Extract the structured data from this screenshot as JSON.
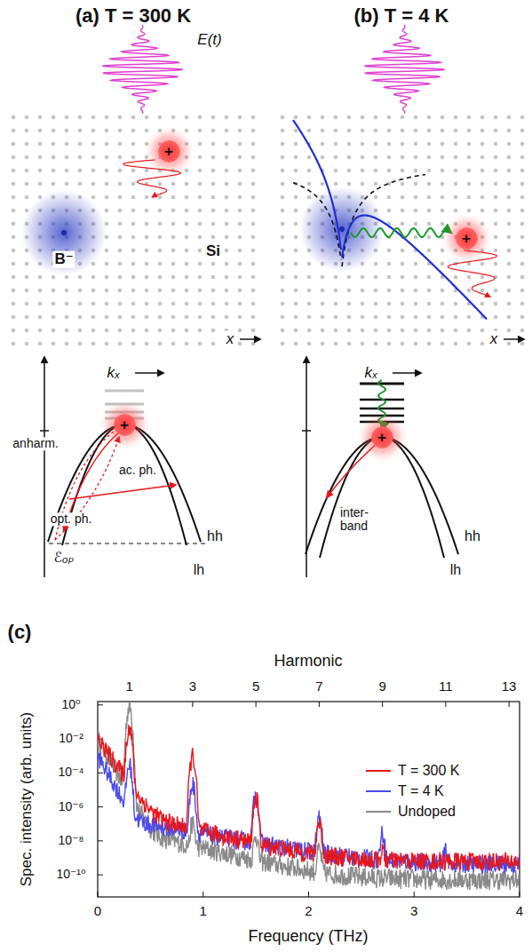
{
  "diagram": {
    "nodes": [
      {
        "text": [
          "+"
        ]
      },
      {
        "text": [
          "+"
        ]
      },
      {
        "text": [
          "+"
        ]
      },
      {
        "text": [
          "+"
        ]
      }
    ],
    "labels": [
      "(a) T = 300 K",
      "(b) T = 4 K",
      "E(t)",
      "B⁻",
      "Si",
      "x",
      "x",
      "kₓ",
      "kₓ",
      "anharm.",
      "ac. ph.",
      "opt. ph.",
      "ℰₒₚ",
      "hh",
      "lh",
      "hh",
      "lh",
      "inter-band",
      "(c)",
      "Harmonic",
      "1",
      "3",
      "5",
      "7",
      "9",
      "11",
      "13",
      "10⁰",
      "10⁻²",
      "10⁻⁴",
      "10⁻⁶",
      "10⁻⁸",
      "10⁻¹⁰",
      "Spec. intensity (arb. units)",
      "0",
      "1",
      "2",
      "3",
      "4",
      "Frequency (THz)"
    ],
    "legend": [
      {
        "text": "T = 300 K",
        "color": "#e8161b"
      },
      {
        "text": "T = 4 K",
        "color": "#4b4bec"
      },
      {
        "text": "Undoped",
        "color": "#8a8a8a"
      }
    ]
  }
}
